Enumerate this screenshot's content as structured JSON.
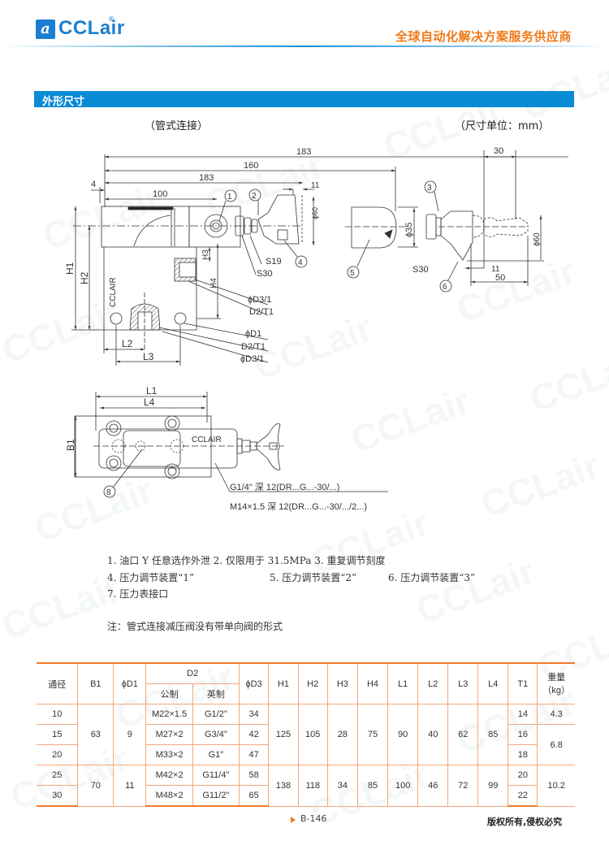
{
  "header": {
    "logo_mark": "a",
    "logo_text": "CCLair",
    "logo_reg": "®",
    "tagline": "全球自动化解决方案服务供应商"
  },
  "section": {
    "title": "外形尺寸",
    "connection_type": "（管式连接）",
    "unit_label": "（尺寸单位：mm）"
  },
  "drawing": {
    "dimensions": {
      "d183_top": "183",
      "d160": "160",
      "d183_mid": "183",
      "d100": "100",
      "d4": "4",
      "d11_a": "11",
      "d30": "30",
      "d11_b": "11",
      "d50": "50",
      "phi60_a": "ϕ60",
      "phi60_b": "ϕ60",
      "phi35": "ϕ35",
      "H1": "H1",
      "H2": "H2",
      "H3": "H3",
      "H4": "H4",
      "L1": "L1",
      "L2": "L2",
      "L3": "L3",
      "L4": "L4",
      "B1": "B1"
    },
    "callouts": {
      "c1": "1",
      "c2": "2",
      "c3": "3",
      "c4": "4",
      "c5": "5",
      "c6": "6",
      "c8": "8"
    },
    "labels": {
      "S19": "S19",
      "S30_a": "S30",
      "S30_b": "S30",
      "phiD3_1_a": "ϕD3/1",
      "D2_T1_a": "D2/T1",
      "phiD1": "ϕD1",
      "D2_T1_b": "D2/T1",
      "phiD3_1_b": "ϕD3/1",
      "body_brand_side": "CCLAIR",
      "body_brand_top": "CCLAIR",
      "port_note_1": "G1/4\" 深 12(DR...G...-30/...)",
      "port_note_2": "M14×1.5 深 12(DR...G...-30/.../2...)"
    }
  },
  "notes": {
    "line1": "1. 油口 Y  任意选作外泄   2. 仅限用于 31.5MPa   3. 重复调节刻度",
    "line2a": "4. 压力调节装置“1”",
    "line2b": "5. 压力调节装置“2”",
    "line2c": "6. 压力调节装置“3”",
    "line3": "7. 压力表接口",
    "remark": "注：管式连接减压阀没有带单向阀的形式"
  },
  "table": {
    "headers": {
      "bore": "通径",
      "B1": "B1",
      "phiD1": "ϕD1",
      "D2": "D2",
      "D2_metric": "公制",
      "D2_imperial": "英制",
      "phiD3": "ϕD3",
      "H1": "H1",
      "H2": "H2",
      "H3": "H3",
      "H4": "H4",
      "L1": "L1",
      "L2": "L2",
      "L3": "L3",
      "L4": "L4",
      "T1": "T1",
      "weight": "重量",
      "weight_unit": "（kg）"
    },
    "rows": [
      {
        "bore": "10",
        "metric": "M22×1.5",
        "imperial": "G1/2\"",
        "phiD3": "34",
        "T1": "14"
      },
      {
        "bore": "15",
        "metric": "M27×2",
        "imperial": "G3/4\"",
        "phiD3": "42",
        "T1": "16"
      },
      {
        "bore": "20",
        "metric": "M33×2",
        "imperial": "G1\"",
        "phiD3": "47",
        "T1": "18"
      },
      {
        "bore": "25",
        "metric": "M42×2",
        "imperial": "G11/4\"",
        "phiD3": "58",
        "T1": "20"
      },
      {
        "bore": "30",
        "metric": "M48×2",
        "imperial": "G11/2\"",
        "phiD3": "65",
        "T1": "22"
      }
    ],
    "group_a": {
      "B1": "63",
      "phiD1": "9",
      "H1": "125",
      "H2": "105",
      "H3": "28",
      "H4": "75",
      "L1": "90",
      "L2": "40",
      "L3": "62",
      "L4": "85"
    },
    "group_b": {
      "B1": "70",
      "phiD1": "11",
      "H1": "138",
      "H2": "118",
      "H3": "34",
      "H4": "85",
      "L1": "100",
      "L2": "46",
      "L3": "72",
      "L4": "99"
    },
    "weights": {
      "w10": "4.3",
      "w15_20": "6.8",
      "w25_30": "10.2"
    }
  },
  "footer": {
    "page": "B-146",
    "copyright": "版权所有,侵权必究"
  },
  "colors": {
    "brand_blue": "#1a7fd0",
    "section_bar": "#0a8bd6",
    "tagline_orange": "#f07a1a",
    "table_line": "#f4a77a"
  }
}
